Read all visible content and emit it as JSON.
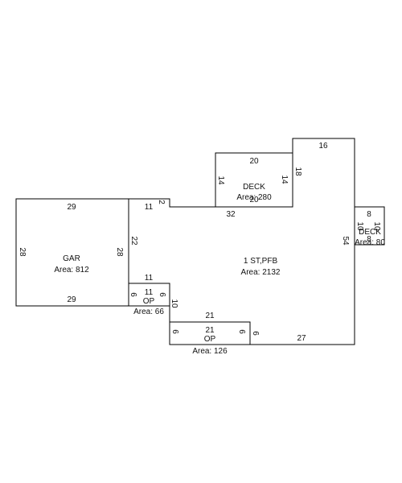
{
  "areas": {
    "main": {
      "name": "1 ST,PFB",
      "area": "Area: 2132"
    },
    "garage": {
      "name": "GAR",
      "area": "Area: 812"
    },
    "deck_top": {
      "name": "DECK",
      "area": "Area: 280"
    },
    "deck_right": {
      "name": "DECK",
      "area": "Area: 80"
    },
    "op_small": {
      "name": "OP",
      "area": "Area: 66"
    },
    "op_bottom": {
      "name": "OP",
      "area": "Area: 126"
    }
  },
  "dimensions": {
    "main_top_16": "16",
    "main_right_54": "54",
    "main_bottom_27": "27",
    "main_step_6": "6",
    "main_left_10": "10",
    "main_left_22": "22",
    "main_top_11": "11",
    "main_notch_2": "2",
    "main_top_32": "32",
    "main_side_18": "18",
    "deck_top_20": "20",
    "deck_left_14": "14",
    "deck_right_14": "14",
    "deck_bottom_20": "20",
    "gar_top_29": "29",
    "gar_bottom_29": "29",
    "gar_left_28": "28",
    "gar_right_28": "28",
    "op_small_top_11": "11",
    "op_small_bottom_11": "11",
    "op_small_left_6": "6",
    "op_small_right_6": "6",
    "op_bottom_top_21": "21",
    "op_bottom_bottom_21": "21",
    "op_bottom_left_6": "6",
    "op_bottom_right_6": "6",
    "deck_right_top_8": "8",
    "deck_right_bottom_8": "8",
    "deck_right_left_10": "10",
    "deck_right_right_10": "10"
  }
}
